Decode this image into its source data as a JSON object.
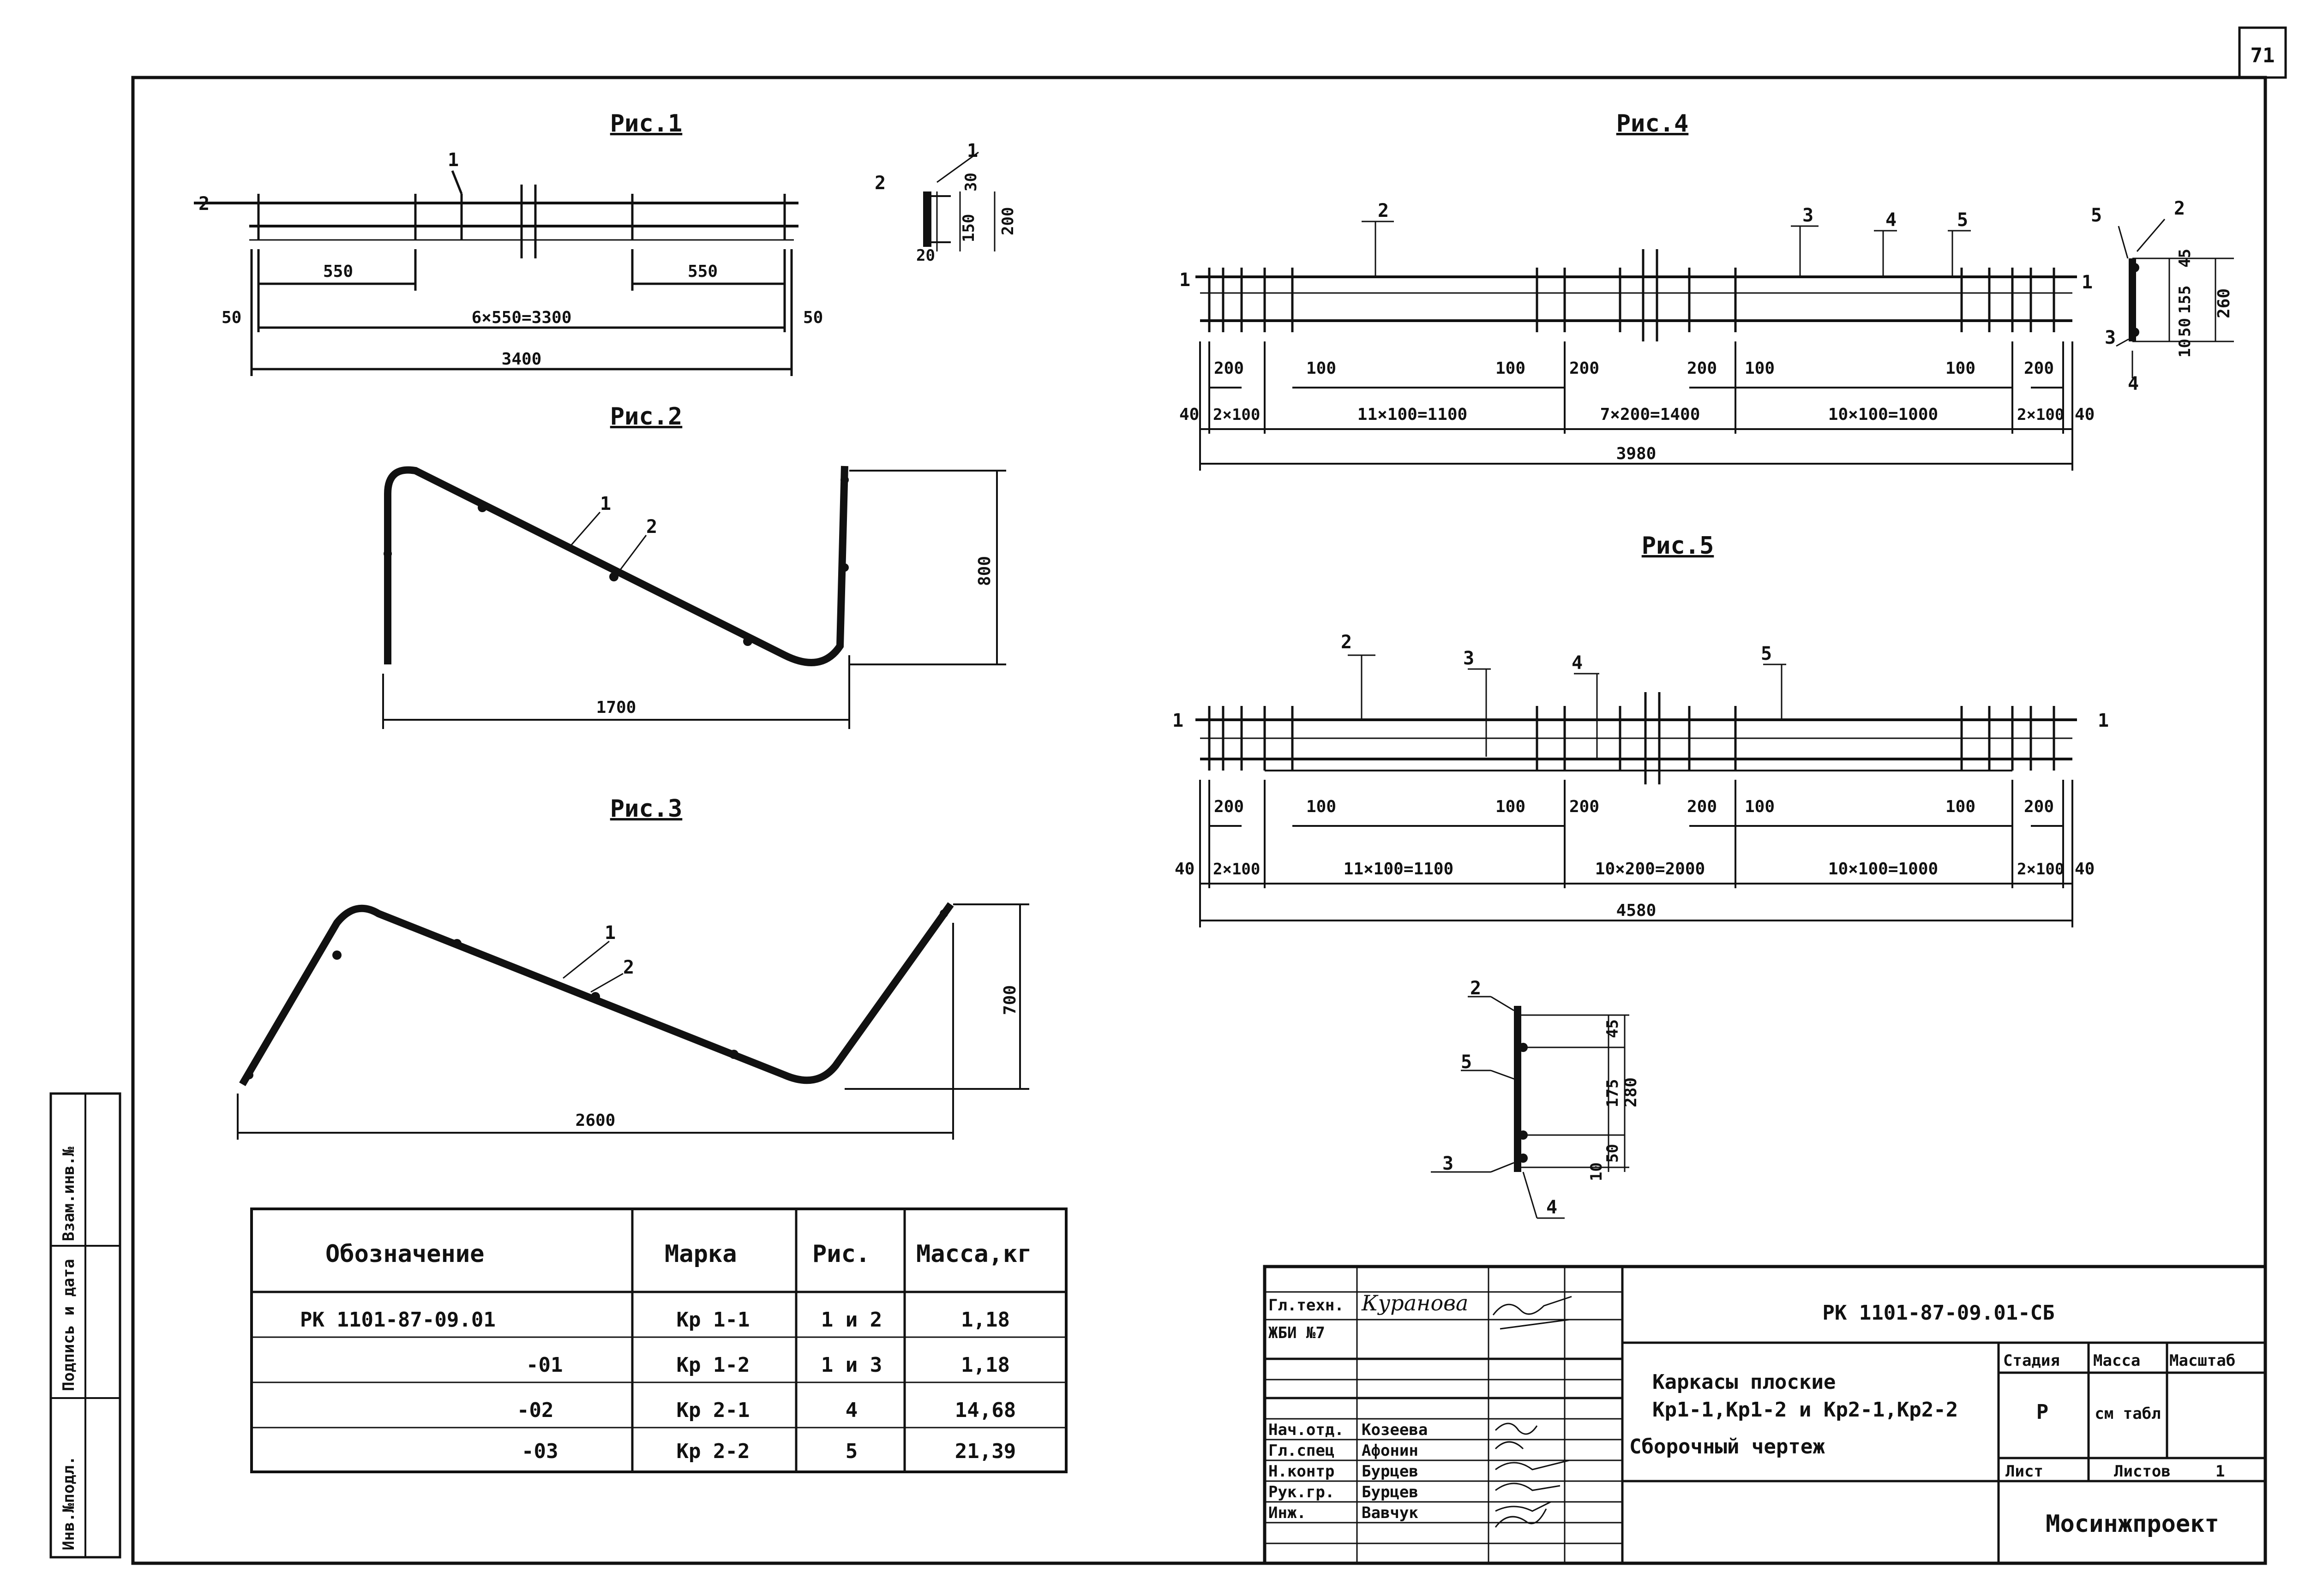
{
  "sheet_number": "71",
  "figures": {
    "fig1": {
      "title": "Рис.1",
      "labels": [
        "1",
        "2"
      ],
      "dims": {
        "left_span": "550",
        "right_span": "550",
        "middle": "6×550=3300",
        "edge_left": "50",
        "edge_right": "50",
        "total": "3400"
      }
    },
    "fig1_section": {
      "labels": [
        "2",
        "1"
      ],
      "dims": {
        "top": "30",
        "mid": "150",
        "bottom": "20",
        "height": "200"
      }
    },
    "fig2": {
      "title": "Рис.2",
      "labels": [
        "1",
        "2"
      ],
      "dims": {
        "width": "1700",
        "height": "800"
      }
    },
    "fig3": {
      "title": "Рис.3",
      "labels": [
        "1",
        "2"
      ],
      "dims": {
        "width": "2600",
        "height": "700"
      }
    },
    "fig4": {
      "title": "Рис.4",
      "labels": [
        "1",
        "2",
        "3",
        "4",
        "5",
        "1"
      ],
      "dims": {
        "d1": "200",
        "d2": "100",
        "d3": "100",
        "d4": "200",
        "d5": "200",
        "d6": "100",
        "d7": "100",
        "d8": "200",
        "e1": "40",
        "e2": "2×100",
        "e3": "11×100=1100",
        "e4": "7×200=1400",
        "e5": "10×100=1000",
        "e6": "2×100",
        "e7": "40",
        "total": "3980"
      }
    },
    "fig4_section": {
      "labels": [
        "5",
        "2",
        "3",
        "4"
      ],
      "dims": {
        "a": "45",
        "b": "155",
        "c": "50",
        "d": "10",
        "height": "260"
      }
    },
    "fig5": {
      "title": "Рис.5",
      "labels": [
        "1",
        "2",
        "3",
        "4",
        "5",
        "1"
      ],
      "dims": {
        "d1": "200",
        "d2": "100",
        "d3": "100",
        "d4": "200",
        "d5": "200",
        "d6": "100",
        "d7": "100",
        "d8": "200",
        "e1": "40",
        "e2": "2×100",
        "e3": "11×100=1100",
        "e4": "10×200=2000",
        "e5": "10×100=1000",
        "e6": "2×100",
        "e7": "40",
        "total": "4580"
      }
    },
    "fig5_section": {
      "labels": [
        "2",
        "5",
        "3",
        "4"
      ],
      "dims": {
        "a": "45",
        "b": "175",
        "c": "50",
        "d": "10",
        "height": "280"
      }
    }
  },
  "spec_table": {
    "headers": [
      "Обозначение",
      "Марка",
      "Рис.",
      "Масса,кг"
    ],
    "rows": [
      {
        "designation": "РК 1101-87-09.01",
        "mark": "Кр 1-1",
        "fig": "1 и 2",
        "mass": "1,18"
      },
      {
        "designation": "-01",
        "mark": "Кр 1-2",
        "fig": "1 и 3",
        "mass": "1,18"
      },
      {
        "designation": "-02",
        "mark": "Кр 2-1",
        "fig": "4",
        "mass": "14,68"
      },
      {
        "designation": "-03",
        "mark": "Кр 2-2",
        "fig": "5",
        "mass": "21,39"
      }
    ]
  },
  "side_stamp": [
    "Инв.№подл.",
    "Подпись и дата",
    "Взам.инв.№"
  ],
  "title_block": {
    "doc_code": "РК 1101-87-09.01-СБ",
    "title_line1": "Каркасы плоские",
    "title_line2": "Кр1-1,Кр1-2 и Кр2-1,Кр2-2",
    "title_line3": "Сборочный чертеж",
    "roles": [
      {
        "role": "Гл.техн.",
        "name": "Куранова"
      },
      {
        "role": "ЖБИ №7",
        "name": ""
      },
      {
        "role": "Нач.отд.",
        "name": "Козеева"
      },
      {
        "role": "Гл.спец",
        "name": "Афонин"
      },
      {
        "role": "Н.контр",
        "name": "Бурцев"
      },
      {
        "role": "Рук.гр.",
        "name": "Бурцев"
      },
      {
        "role": "Инж.",
        "name": "Вавчук"
      }
    ],
    "stage_header": "Стадия",
    "mass_header": "Масса",
    "scale_header": "Масштаб",
    "stage_value": "Р",
    "mass_value": "см табл",
    "sheet_label": "Лист",
    "sheets_label": "Листов",
    "sheets_value": "1",
    "organization": "Мосинжпроект"
  }
}
